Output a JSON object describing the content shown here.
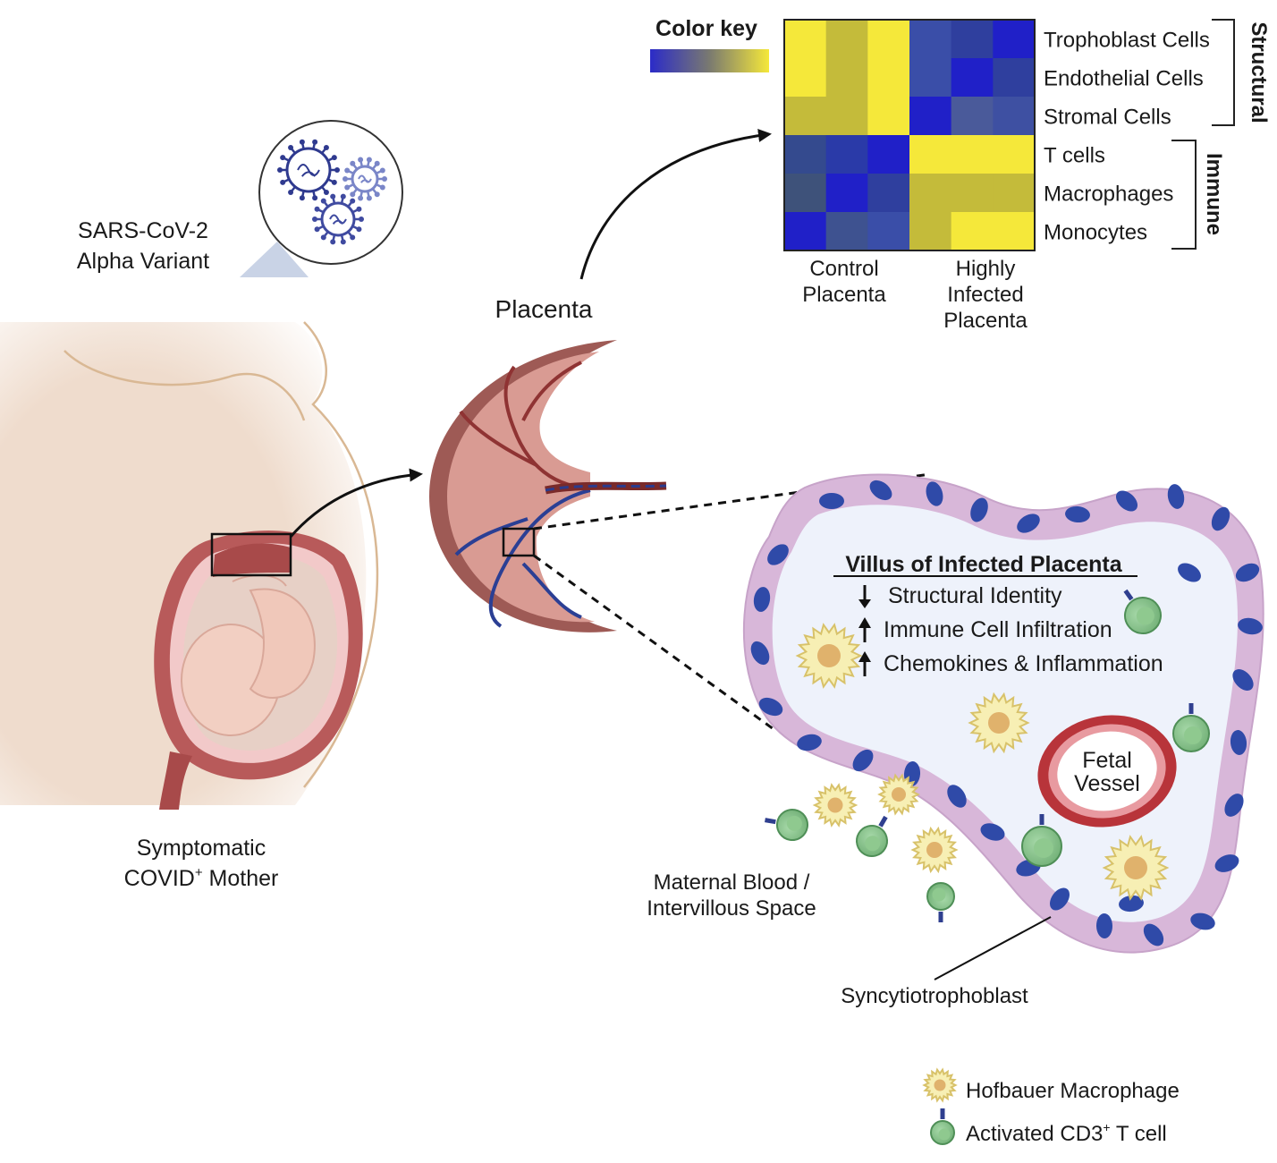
{
  "virus_label": {
    "line1": "SARS-CoV-2",
    "line2": "Alpha Variant"
  },
  "mother_label": {
    "line1": "Symptomatic",
    "line2_main": "COVID",
    "line2_sup": "+",
    "line2_rest": " Mother"
  },
  "placenta_label": "Placenta",
  "color_key": {
    "title": "Color key",
    "low_color": "#2b2bc8",
    "high_color": "#f5e83a"
  },
  "heatmap": {
    "rows": [
      "Trophoblast Cells",
      "Endothelial Cells",
      "Stromal Cells",
      "T cells",
      "Macrophages",
      "Monocytes"
    ],
    "groups": [
      {
        "name": "Structural",
        "rows": [
          0,
          2
        ]
      },
      {
        "name": "Immune",
        "rows": [
          3,
          5
        ]
      }
    ],
    "column_groups": [
      {
        "line1": "Control",
        "line2": "Placenta",
        "line3": ""
      },
      {
        "line1": "Highly",
        "line2": "Infected",
        "line3": "Placenta"
      }
    ],
    "cell_colors": [
      [
        "#f5e83a",
        "#c4bb3a",
        "#f5e83a",
        "#3a4ea8",
        "#2f3f9e",
        "#2020c8"
      ],
      [
        "#f5e83a",
        "#c4bb3a",
        "#f5e83a",
        "#3a4ea8",
        "#2020c8",
        "#2f3f9e"
      ],
      [
        "#c4bb3a",
        "#c4bb3a",
        "#f5e83a",
        "#2020c8",
        "#4a5a9a",
        "#3e50a2"
      ],
      [
        "#344a8e",
        "#2a3aa8",
        "#2020c8",
        "#f5e83a",
        "#f5e83a",
        "#f5e83a"
      ],
      [
        "#3e527a",
        "#2020c8",
        "#2f3f9e",
        "#c4bb3a",
        "#c4bb3a",
        "#c4bb3a"
      ],
      [
        "#2020c8",
        "#3e5290",
        "#3a4ea8",
        "#c4bb3a",
        "#f5e83a",
        "#f5e83a"
      ]
    ]
  },
  "villus": {
    "title": "Villus of Infected Placenta",
    "bullets": [
      {
        "dir": "down",
        "text": "Structural Identity"
      },
      {
        "dir": "up",
        "text": "Immune Cell Infiltration"
      },
      {
        "dir": "up",
        "text": "Chemokines & Inflammation"
      }
    ],
    "fetal_vessel": {
      "line1": "Fetal",
      "line2": "Vessel"
    }
  },
  "maternal_blood": {
    "line1": "Maternal Blood /",
    "line2": "Intervillous Space"
  },
  "syncytio_label": "Syncytiotrophoblast",
  "legend": [
    {
      "icon": "hofbauer-macrophage-icon",
      "label": "Hofbauer Macrophage"
    },
    {
      "icon": "t-cell-icon",
      "label_main": "Activated CD3",
      "label_sup": "+",
      "label_rest": " T cell"
    }
  ]
}
